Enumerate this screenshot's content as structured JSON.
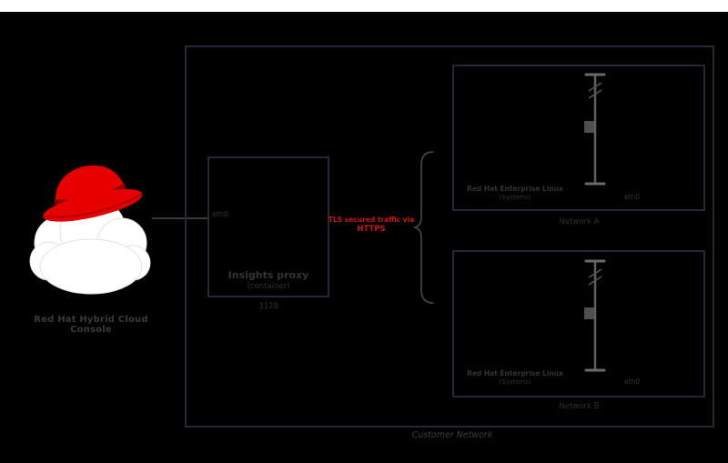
{
  "diagram": {
    "cloud": {
      "label": "Red Hat Hybrid Cloud Console",
      "logo": "redhat-fedora-cloud"
    },
    "connection": {
      "nic_label": "eth0"
    },
    "proxy_box": {
      "title": "Insights proxy",
      "subtitle": "(container)",
      "port_label": "3128"
    },
    "https_label": {
      "line1": "TLS secured traffic via",
      "line2": "HTTPS"
    },
    "outer_box": {
      "label": "Customer Network"
    },
    "networks": [
      {
        "name": "Network A",
        "systems_line1": "Red Hat Enterprise Linux",
        "systems_line2": "(Systems)",
        "nic_label": "eth0"
      },
      {
        "name": "Network B",
        "systems_line1": "Red Hat Enterprise Linux",
        "systems_line2": "(Systems)",
        "nic_label": "eth0"
      }
    ],
    "colors": {
      "accent_red": "#cc1414",
      "hat_red": "#e60000",
      "hat_band": "#820000",
      "box_border": "#242936",
      "dim_text": "#333333",
      "background": "#000000"
    }
  }
}
